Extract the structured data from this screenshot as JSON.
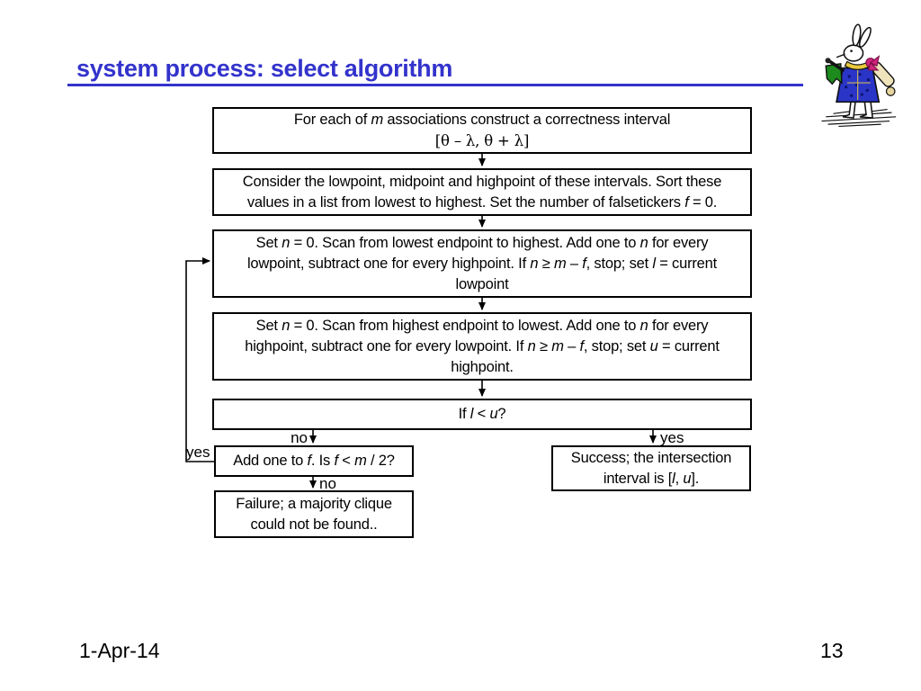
{
  "slide": {
    "title": "system process: select algorithm",
    "accent_color": "#3333cc",
    "footer_date": "1-Apr-14",
    "page_number": "13"
  },
  "flowchart": {
    "boxes": [
      {
        "name": "construct-interval",
        "lines": [
          [
            {
              "t": "For each of "
            },
            {
              "t": "m",
              "i": 1
            },
            {
              "t": " associations  construct a correctness interval"
            }
          ],
          [
            {
              "t": "[θ – λ, θ + λ]",
              "s": 1
            }
          ]
        ]
      },
      {
        "name": "sort-values",
        "lines": [
          [
            {
              "t": "Consider the lowpoint, midpoint and highpoint of these intervals. Sort these"
            }
          ],
          [
            {
              "t": "values in a list from lowest to highest. Set the number of falsetickers  "
            },
            {
              "t": "f",
              "i": 1
            },
            {
              "t": " = 0."
            }
          ]
        ]
      },
      {
        "name": "scan-lowest-to-highest",
        "lines": [
          [
            {
              "t": "Set "
            },
            {
              "t": "n",
              "i": 1
            },
            {
              "t": " = 0. Scan from lowest endpoint to highest. Add one to "
            },
            {
              "t": "n",
              "i": 1
            },
            {
              "t": " for every"
            }
          ],
          [
            {
              "t": "lowpoint, subtract one for every highpoint. If "
            },
            {
              "t": "n",
              "i": 1
            },
            {
              "t": " ≥ "
            },
            {
              "t": "m",
              "i": 1
            },
            {
              "t": " – "
            },
            {
              "t": "f",
              "i": 1
            },
            {
              "t": ", stop; set "
            },
            {
              "t": "l",
              "i": 1
            },
            {
              "t": " = current"
            }
          ],
          [
            {
              "t": "lowpoint"
            }
          ]
        ]
      },
      {
        "name": "scan-highest-to-lowest",
        "lines": [
          [
            {
              "t": "Set "
            },
            {
              "t": "n",
              "i": 1
            },
            {
              "t": " = 0. Scan from highest endpoint to lowest. Add one to "
            },
            {
              "t": "n",
              "i": 1
            },
            {
              "t": " for every"
            }
          ],
          [
            {
              "t": "highpoint, subtract one for every lowpoint. If "
            },
            {
              "t": "n",
              "i": 1
            },
            {
              "t": " ≥ "
            },
            {
              "t": "m",
              "i": 1
            },
            {
              "t": " – "
            },
            {
              "t": "f",
              "i": 1
            },
            {
              "t": ", stop; set "
            },
            {
              "t": "u",
              "i": 1
            },
            {
              "t": " = current"
            }
          ],
          [
            {
              "t": "highpoint."
            }
          ]
        ]
      },
      {
        "name": "decision-l-less-than-u",
        "lines": [
          [
            {
              "t": "If "
            },
            {
              "t": "l",
              "i": 1
            },
            {
              "t": " < "
            },
            {
              "t": "u",
              "i": 1
            },
            {
              "t": "?"
            }
          ]
        ]
      },
      {
        "name": "increment-f",
        "lines": [
          [
            {
              "t": "Add one to "
            },
            {
              "t": "f",
              "i": 1
            },
            {
              "t": ". Is "
            },
            {
              "t": "f",
              "i": 1
            },
            {
              "t": " < "
            },
            {
              "t": "m",
              "i": 1
            },
            {
              "t": " / 2?"
            }
          ]
        ]
      },
      {
        "name": "failure",
        "lines": [
          [
            {
              "t": "Failure; a majority clique"
            }
          ],
          [
            {
              "t": "could not be found.."
            }
          ]
        ]
      },
      {
        "name": "success",
        "lines": [
          [
            {
              "t": "Success; the intersection"
            }
          ],
          [
            {
              "t": "interval is ["
            },
            {
              "t": "l",
              "i": 1
            },
            {
              "t": ", "
            },
            {
              "t": "u",
              "i": 1
            },
            {
              "t": "]."
            }
          ]
        ]
      }
    ],
    "labels": {
      "no_branch": "no",
      "yes_branch": "yes",
      "loop_yes": "yes",
      "no_to_failure": "no"
    }
  }
}
